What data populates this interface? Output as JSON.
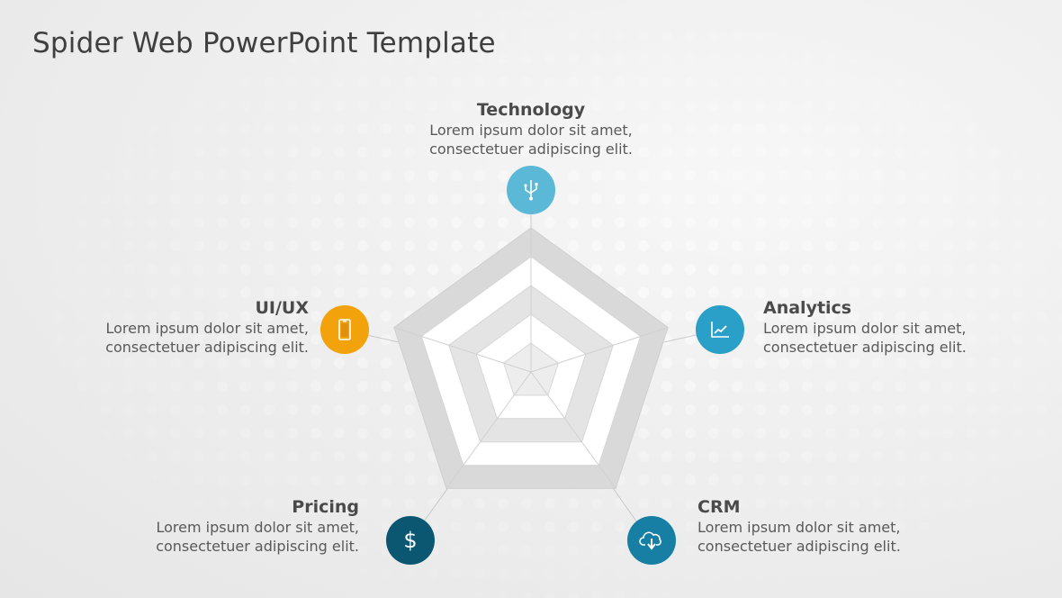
{
  "title": "Spider Web PowerPoint Template",
  "colors": {
    "technology": "#5bb8d6",
    "analytics": "#2aa0c8",
    "crm": "#167fa3",
    "pricing": "#0b5670",
    "uiux": "#f2a20a",
    "band_dark": "#d9d9d9",
    "band_light": "#ffffff",
    "band_center": "#ececec"
  },
  "items": [
    {
      "key": "technology",
      "title": "Technology",
      "line1": "Lorem ipsum dolor sit amet,",
      "line2": "consectetuer adipiscing elit.",
      "icon": "usb-icon"
    },
    {
      "key": "analytics",
      "title": "Analytics",
      "line1": "Lorem ipsum dolor sit amet,",
      "line2": "consectetuer adipiscing elit.",
      "icon": "line-chart-icon"
    },
    {
      "key": "crm",
      "title": "CRM",
      "line1": "Lorem ipsum dolor sit amet,",
      "line2": "consectetuer adipiscing elit.",
      "icon": "cloud-download-icon"
    },
    {
      "key": "pricing",
      "title": "Pricing",
      "line1": "Lorem ipsum dolor sit amet,",
      "line2": "consectetuer adipiscing elit.",
      "icon": "dollar-icon"
    },
    {
      "key": "uiux",
      "title": "UI/UX",
      "line1": "Lorem ipsum dolor sit amet,",
      "line2": "consectetuer adipiscing elit.",
      "icon": "mobile-phone-icon"
    }
  ],
  "icon_glyphs": {
    "pricing": "$"
  }
}
